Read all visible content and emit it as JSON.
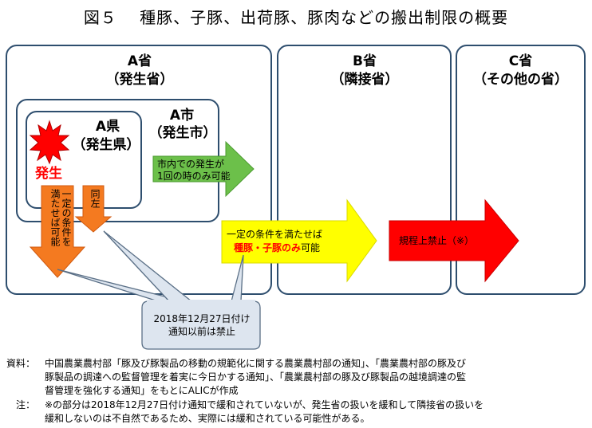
{
  "title": "図５　 種豚、子豚、出荷豚、豚肉などの搬出制限の概要",
  "province_a": {
    "name": "A省",
    "role": "（発生省）"
  },
  "province_b": {
    "name": "B省",
    "role": "（隣接省）"
  },
  "province_c": {
    "name": "C省",
    "role": "（その他の省）"
  },
  "city_a": {
    "name": "A市",
    "role": "（発生市）"
  },
  "county_a": {
    "name": "A県",
    "role": "（発生県）"
  },
  "outbreak_label": "発生",
  "arrow_down_left": "一定の条件を満たせば可能",
  "arrow_down_right": "同左",
  "arrow_city": {
    "line1": "市内での発生が",
    "line2": "1回の時のみ可能"
  },
  "arrow_yellow": {
    "line1": "一定の条件を満たせば",
    "line2_emph": "種豚・子豚のみ",
    "line2_rest": "可能"
  },
  "arrow_red": "規程上禁止（※）",
  "callout": {
    "line1": "2018年12月27日付け",
    "line2": "通知以前は禁止"
  },
  "footer": {
    "source_label": "資料：",
    "source_line1": "中国農業農村部「豚及び豚製品の移動の規範化に関する農業農村部の通知」、「農業農村部の豚及び",
    "source_line2": "豚製品の調達への監督管理を着実に今日かする通知」、「農業農村部の豚及び豚製品の越境調達の監",
    "source_line3": "督管理を強化する通知」をもとにALICが作成",
    "note_label": "注：",
    "note_line1": "※の部分は2018年12月27日付け通知で緩和されていないが、発生省の扱いを緩和して隣接省の扱いを",
    "note_line2": "緩和しないのは不自然であるため、実際には緩和されている可能性がある。"
  },
  "colors": {
    "border": "#2e4e6e",
    "green": "#6cc04a",
    "yellow": "#ffff00",
    "red": "#ff0000",
    "orange": "#f47a20",
    "callout": "#dde5ef",
    "emph": "#ff0000"
  }
}
